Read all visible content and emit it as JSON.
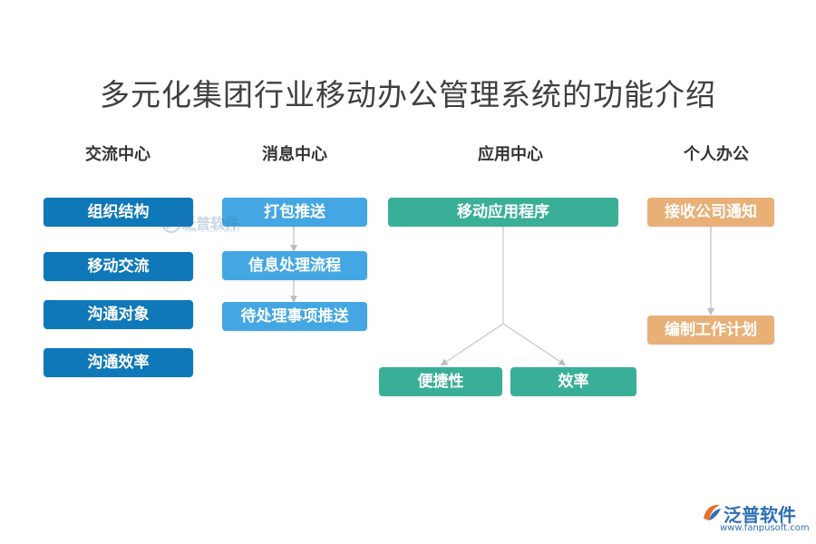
{
  "title": "多元化集团行业移动办公管理系统的功能介绍",
  "columns": [
    {
      "header": "交流中心",
      "items": [
        "组织结构",
        "移动交流",
        "沟通对象",
        "沟通效率"
      ]
    },
    {
      "header": "消息中心",
      "items": [
        "打包推送",
        "信息处理流程",
        "待处理事项推送"
      ]
    },
    {
      "header": "应用中心",
      "root": "移动应用程序",
      "children": [
        "便捷性",
        "效率"
      ]
    },
    {
      "header": "个人办公",
      "items": [
        "接收公司通知",
        "编制工作计划"
      ]
    }
  ],
  "watermark": {
    "name": "泛普软件",
    "sub": "FANPU SOFTWARE"
  },
  "logo": {
    "name": "泛普软件",
    "url": "www.fanpusoft.com"
  },
  "colors": {
    "dark_blue": "#0f78b9",
    "light_blue": "#44a7e4",
    "green": "#3aaf98",
    "orange": "#e8b077",
    "connector": "#bdbdbd"
  }
}
